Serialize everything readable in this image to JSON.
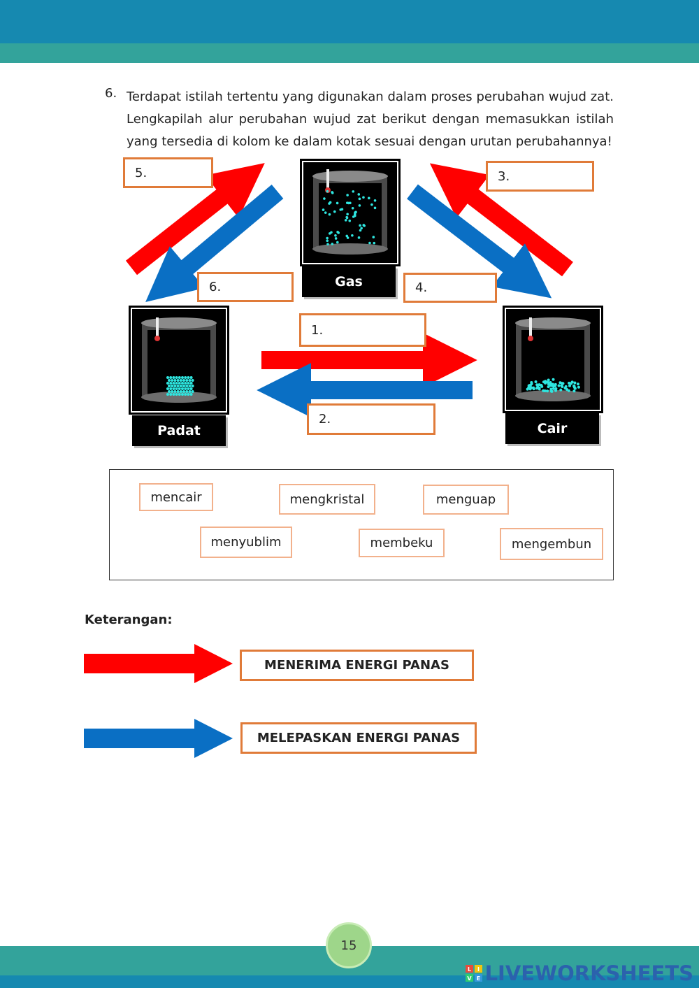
{
  "question": {
    "number": "6.",
    "text": "Terdapat istilah tertentu yang digunakan dalam proses perubahan wujud zat. Lengkapilah alur perubahan wujud zat berikut dengan memasukkan istilah yang tersedia di kolom ke dalam kotak sesuai dengan urutan perubahannya!"
  },
  "states": {
    "gas": "Gas",
    "solid": "Padat",
    "liquid": "Cair"
  },
  "answer_boxes": {
    "b1": "1.",
    "b2": "2.",
    "b3": "3.",
    "b4": "4.",
    "b5": "5.",
    "b6": "6."
  },
  "word_bank": [
    "mencair",
    "mengkristal",
    "menguap",
    "menyublim",
    "membeku",
    "mengembun"
  ],
  "legend": {
    "title": "Keterangan:",
    "red_label": "MENERIMA ENERGI PANAS",
    "blue_label": "MELEPASKAN ENERGI PANAS"
  },
  "page_number": "15",
  "watermark": {
    "text": "LIVEWORKSHEETS",
    "logo_letters": [
      "L",
      "I",
      "V",
      "E"
    ]
  },
  "colors": {
    "red_arrow": "#ff0000",
    "blue_arrow": "#0a6fc4",
    "box_border": "#e07b39",
    "word_border": "#f2b18c",
    "particles": "#2ee6e0",
    "header_dark": "#1689b0",
    "header_light": "#33a39b"
  }
}
